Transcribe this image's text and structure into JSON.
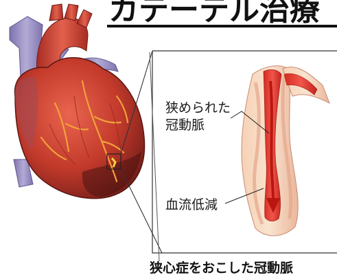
{
  "title": "カテーテル治療",
  "labels": {
    "narrowed_line1": "狭められた",
    "narrowed_line2": "冠動脈",
    "blood_flow": "血流低減"
  },
  "caption": "狭心症をおこした冠動脈",
  "colors": {
    "heart_red": "#c8362a",
    "heart_dark": "#7a1f1a",
    "vein_purple": "#9a8fc0",
    "artery_wall": "#f2c7a6",
    "flow_red": "#e0332a"
  }
}
